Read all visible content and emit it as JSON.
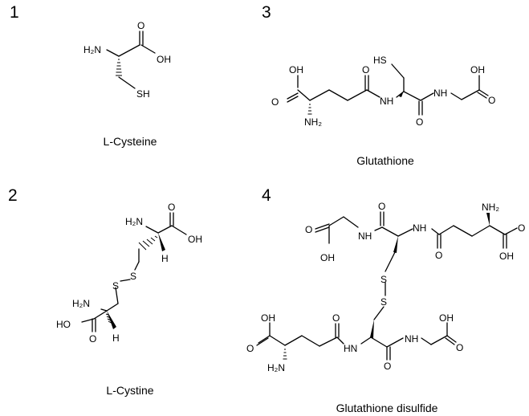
{
  "panels": [
    {
      "number": "1",
      "name": "L-Cysteine"
    },
    {
      "number": "3",
      "name": "Glutathione"
    },
    {
      "number": "2",
      "name": "L-Cystine"
    },
    {
      "number": "4",
      "name": "Glutathione disulfide"
    }
  ],
  "atoms": {
    "nh2_h2n": "H₂N",
    "nh2": "NH₂",
    "oh": "OH",
    "ho": "HO",
    "o": "O",
    "sh": "SH",
    "hs": "HS",
    "s": "S",
    "nh": "NH",
    "hn": "HN",
    "h": "H"
  }
}
